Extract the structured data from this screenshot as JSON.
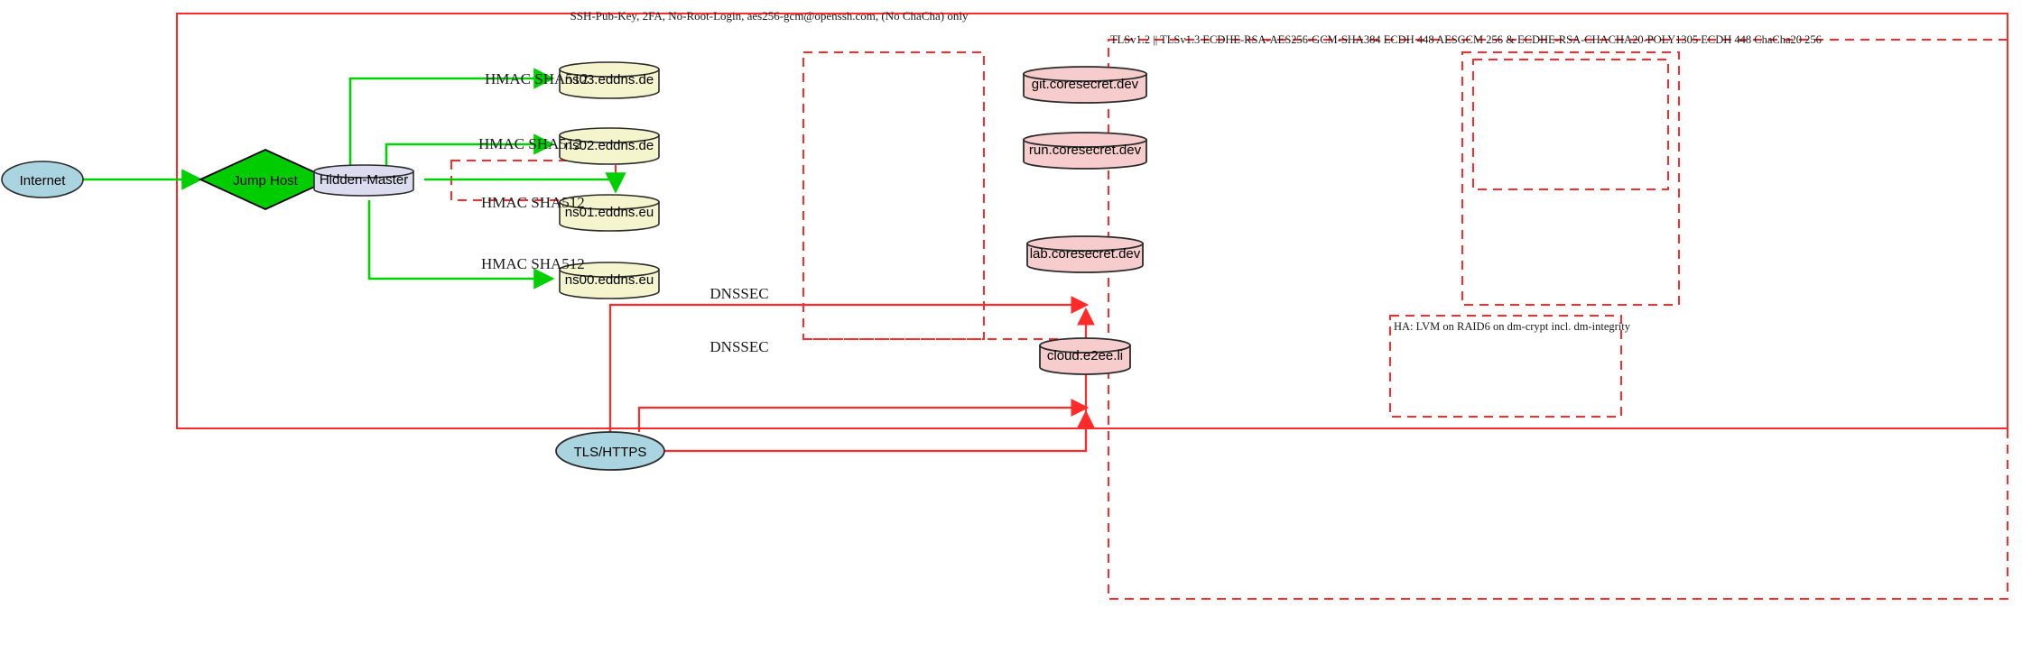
{
  "diagram": {
    "title_label": "SSH-Pub-Key, 2FA, No-Root-Login, aes256-gcm@openssh.com, (No ChaCha) only",
    "tls_label": "TLSv1.2 || TLSv1.3 ECDHE-RSA-AES256-GCM-SHA384 ECDH 448 AESGCM 256 & ECDHE-RSA-CHACHA20-POLY1305 ECDH 448 ChaCha20 256",
    "ha_label": "HA: LVM on RAID6 on dm-crypt incl. dm-integrity",
    "colors": {
      "boundary": "#ff2a2a",
      "edge_green": "#00d000",
      "edge_red": "#ff2a2a",
      "ellipse_fill": "#aad4e0",
      "diamond_fill": "#00cc00",
      "master_fill": "#dcdcf0",
      "dns_fill": "#f5f5cd",
      "service_fill": "#f7cccc",
      "stroke_dark": "#2b2b2b"
    }
  },
  "nodes": {
    "internet": "Internet",
    "jump_host": "Jump Host",
    "hidden_master": "Hidden-Master",
    "tls_https": "TLS/HTTPS",
    "dns": [
      {
        "label": "ns03.eddns.de"
      },
      {
        "label": "ns02.eddns.de"
      },
      {
        "label": "ns01.eddns.eu"
      },
      {
        "label": "ns00.eddns.eu"
      }
    ],
    "services": [
      {
        "label": "git.coresecret.dev"
      },
      {
        "label": "run.coresecret.dev"
      },
      {
        "label": "lab.coresecret.dev"
      }
    ],
    "cloud": "cloud.e2ee.li"
  },
  "edge_labels": {
    "hmac": [
      "HMAC SHA512",
      "HMAC SHA512",
      "HMAC SHA512",
      "HMAC SHA512"
    ],
    "dnssec": [
      "DNSSEC",
      "DNSSEC"
    ]
  }
}
